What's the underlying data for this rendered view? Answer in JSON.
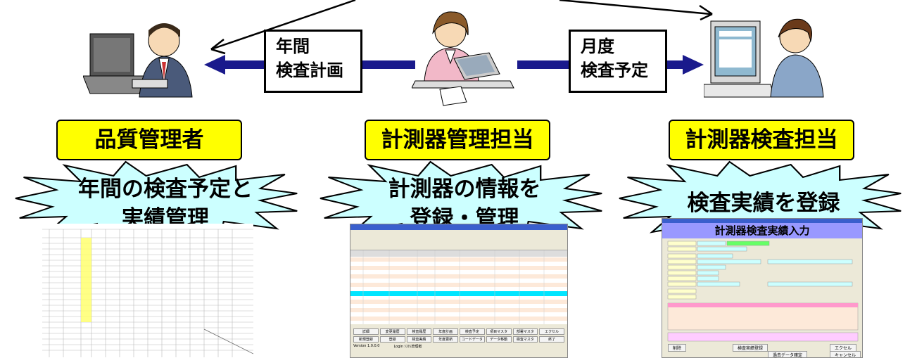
{
  "arrows": {
    "annual_plan": [
      "年間",
      "検査計画"
    ],
    "monthly_schedule": [
      "月度",
      "検査予定"
    ]
  },
  "roles": {
    "left": "品質管理者",
    "center": "計測器管理担当",
    "right": "計測器検査担当"
  },
  "bursts": {
    "left": [
      "年間の検査予定と",
      "実績管理"
    ],
    "center": [
      "計測器の情報を",
      "登録・管理"
    ],
    "right": [
      "検査実績を登録"
    ]
  },
  "colors": {
    "role_fill": "#ffff00",
    "burst_fill": "#ccffff",
    "arrow_fill": "#1a1a8c",
    "highlight_row": "#00e5ff"
  },
  "screenshot_center": {
    "buttons_row1": [
      "詳細",
      "変更履歴",
      "検査履歴",
      "年度計画",
      "検査予定",
      "項目マスタ",
      "部署マスタ",
      "エクセル"
    ],
    "buttons_row2": [
      "新規登録",
      "登録",
      "検査実績",
      "年度更新",
      "コードデータ",
      "データ移動",
      "検査マスタ",
      "終了"
    ],
    "status_left": "Version 1.0.0.0",
    "status_mid": "Login ｼｽﾃﾑ管理者"
  },
  "screenshot_right": {
    "title": "計測器検査実績入力",
    "buttons": [
      "削除",
      "検査実績登録",
      "過去データ確定",
      "エクセル",
      "キャンセル"
    ]
  }
}
